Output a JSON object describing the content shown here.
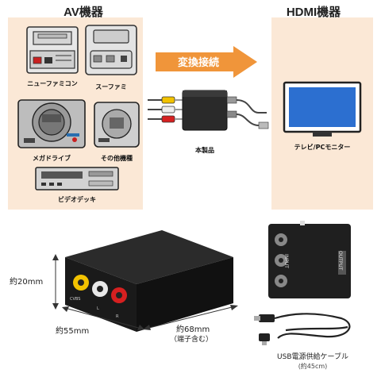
{
  "headers": {
    "av": "AV機器",
    "hdmi": "HDMI機器"
  },
  "arrow": {
    "label": "変換接続"
  },
  "devices": {
    "famicom": "ニューファミコン",
    "superfami": "スーファミ",
    "megadrive": "メガドライブ",
    "other": "その他機種",
    "vcr": "ビデオデッキ",
    "product": "本製品",
    "tv": "テレビ/PCモニター"
  },
  "product_labels": {
    "input": "INPUT",
    "output": "OUTPUT",
    "cvbs": "CVBS",
    "l": "L",
    "r": "R"
  },
  "dimensions": {
    "height": "約20mm",
    "width": "約55mm",
    "depth": "約68mm",
    "depth_note": "（端子含む）"
  },
  "cable": {
    "name": "USB電源供給ケーブル",
    "length": "(約45cm)"
  },
  "colors": {
    "panel": "#fbe8d6",
    "arrow": "#f0953a",
    "rca_yellow": "#f2c200",
    "rca_white": "#eeeeee",
    "rca_red": "#d62020"
  }
}
